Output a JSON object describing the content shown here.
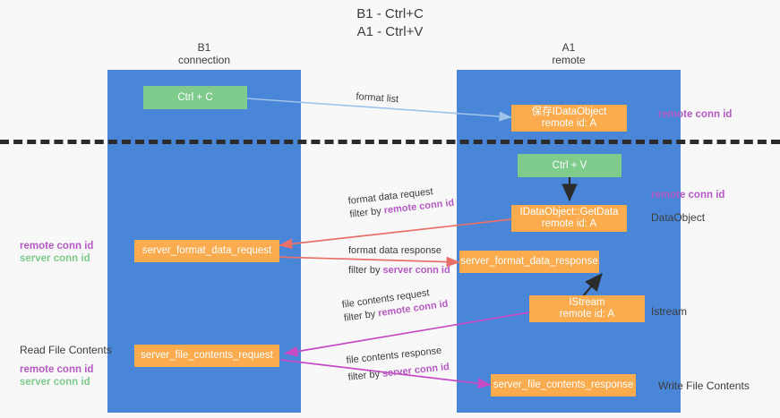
{
  "title": "B1 - Ctrl+C\nA1 - Ctrl+V",
  "columns": {
    "left": {
      "header": "B1\nconnection"
    },
    "right": {
      "header": "A1\nremote"
    }
  },
  "colors": {
    "lane": "#4a86d8",
    "box_green": "#7ecb8b",
    "box_orange": "#fcab4e",
    "remote_conn_id": "#b55ac4",
    "server_conn_id": "#7ecb8b",
    "divider": "#2b2b2b",
    "arrow_format_list": "#9dc3ea",
    "arrow_format_data": "#e8706a",
    "arrow_get_data": "#2b2b2b",
    "arrow_file_contents": "#c44bc4",
    "background": "#f8f8f8"
  },
  "boxes": {
    "ctrl_c": {
      "line1": "Ctrl + C",
      "line2": ""
    },
    "save_dataobject": {
      "line1": "保存IDataObject",
      "line2": "remote id: A"
    },
    "ctrl_v": {
      "line1": "Ctrl + V",
      "line2": ""
    },
    "getdata": {
      "line1": "IDataObject::GetData",
      "line2": "remote id: A"
    },
    "server_format_data_request": {
      "line1": "server_format_data_request",
      "line2": ""
    },
    "server_format_data_response": {
      "line1": "server_format_data_response",
      "line2": ""
    },
    "istream": {
      "line1": "IStream",
      "line2": "remote id: A"
    },
    "server_file_contents_request": {
      "line1": "server_file_contents_request",
      "line2": ""
    },
    "server_file_contents_response": {
      "line1": "server_file_contents_response",
      "line2": ""
    }
  },
  "right_labels": {
    "remote_conn_id_top": "remote conn id",
    "remote_conn_id_mid": "remote conn id",
    "dataobject": "DataObject",
    "istream": "Istream",
    "write_file_contents": "Write File Contents"
  },
  "left_labels": {
    "remote_conn_id": "remote conn id",
    "server_conn_id": "server conn id",
    "read_file_contents": "Read File Contents",
    "remote_conn_id_2": "remote conn id",
    "server_conn_id_2": "server conn id"
  },
  "edges": {
    "format_list": {
      "line1": "format list",
      "line2": "",
      "link2": ""
    },
    "format_data_request": {
      "line1": "format data request",
      "line2": "filter by ",
      "link2": "remote conn id"
    },
    "format_data_response": {
      "line1": "format data response",
      "line2": "filter by ",
      "link2": "server conn id"
    },
    "file_contents_request": {
      "line1": "file contents request",
      "line2": "filter by ",
      "link2": "remote conn id"
    },
    "file_contents_response": {
      "line1": "file contents response",
      "line2": "filter by ",
      "link2": "server conn id"
    }
  }
}
